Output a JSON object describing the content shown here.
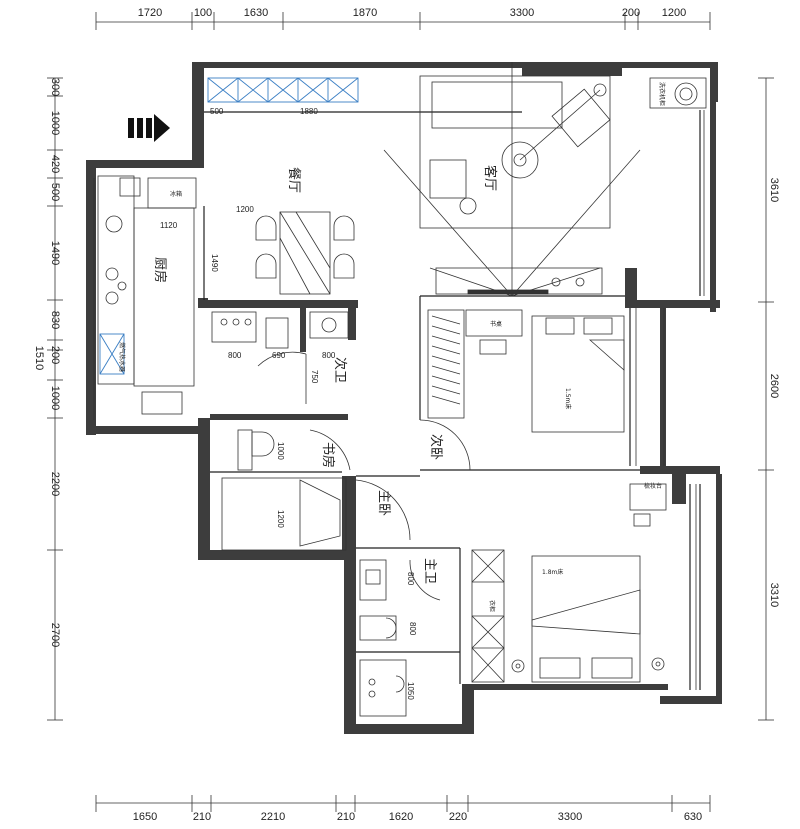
{
  "dimensions": {
    "top": [
      "1720",
      "100",
      "1630",
      "1870",
      "3300",
      "200",
      "1200"
    ],
    "bottom": [
      "1650",
      "210",
      "2210",
      "210",
      "1620",
      "220",
      "3300",
      "630"
    ],
    "left": [
      "300",
      "1000",
      "420",
      "500",
      "1490",
      "830",
      "1510",
      "200",
      "1000",
      "2200",
      "2700"
    ],
    "right": [
      "3610",
      "2600",
      "3310"
    ],
    "inner": [
      "500",
      "1880",
      "1200",
      "1120",
      "1490",
      "800",
      "690",
      "800",
      "750",
      "1000",
      "1200",
      "800",
      "800",
      "1050"
    ]
  },
  "rooms": {
    "living": "客厅",
    "dining": "餐厅",
    "kitchen": "厨房",
    "second_bath": "次卫",
    "study": "书房",
    "second_bed": "次卧",
    "master_bed": "主卧",
    "master_bath": "主卫"
  },
  "labels": {
    "washer": "洗衣机柜",
    "fridge": "冰箱",
    "water_heater": "燃气热水器",
    "desk": "书桌",
    "bed_small": "1.5m床",
    "bed_large": "1.8m床",
    "wardrobe": "衣柜",
    "dresser": "梳妆台"
  },
  "colors": {
    "wall": "#3d3d3d",
    "fixture_blue": "#3b7fc4",
    "line": "#333333"
  },
  "icons": [
    "entry-arrow-icon"
  ]
}
